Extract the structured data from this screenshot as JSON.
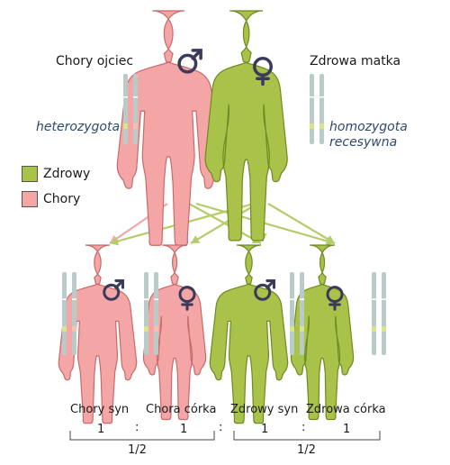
{
  "parents": {
    "father": {
      "label": "Chory ojciec",
      "status": "heterozygota",
      "symbol": "♂"
    },
    "mother": {
      "label": "Zdrowa matka",
      "status_line1": "homozygota",
      "status_line2": "recesywna",
      "symbol": "♀"
    }
  },
  "legend": {
    "healthy": {
      "label": "Zdrowy",
      "color": "#a8c24a"
    },
    "sick": {
      "label": "Chory",
      "color": "#f4a6a6"
    }
  },
  "children": [
    {
      "label": "Chory syn",
      "status": "sick",
      "symbol": "♂"
    },
    {
      "label": "Chora córka",
      "status": "sick",
      "symbol": "♀"
    },
    {
      "label": "Zdrowy syn",
      "status": "healthy",
      "symbol": "♂"
    },
    {
      "label": "Zdrowa córka",
      "status": "healthy",
      "symbol": "♀"
    }
  ],
  "ratio": {
    "values": [
      "1",
      "1",
      "1",
      "1"
    ],
    "separator": ":",
    "groups": [
      "1/2",
      "1/2"
    ]
  },
  "colors": {
    "healthy_fill": "#a8c24a",
    "healthy_stroke": "#6f8a22",
    "sick_fill": "#f4a6a6",
    "sick_stroke": "#c96a6a",
    "chromosome": "#b9cbc8",
    "allele_dominant": "#f4c0b0",
    "allele_recessive": "#d7e48a",
    "symbol": "#3a3a5a",
    "arrow_green": "#b5cc6a",
    "arrow_pink": "#f2a8a8"
  }
}
